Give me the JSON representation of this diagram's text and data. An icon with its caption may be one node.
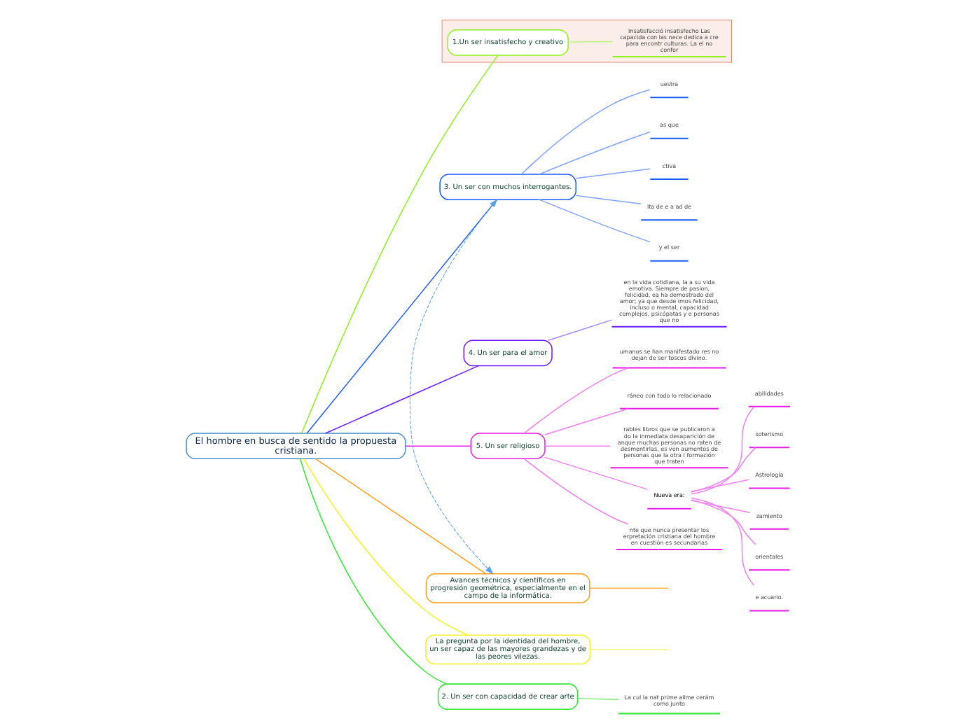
{
  "diagram": {
    "nodes": [
      {
        "text": [
          "El hombre en busca de sentido la propuesta cristiana."
        ]
      },
      {
        "text": [
          "3. Un ser con muchos interrogantes."
        ]
      },
      {
        "text": [
          "uestra"
        ]
      },
      {
        "text": [
          "as que"
        ]
      },
      {
        "text": [
          "ctiva"
        ]
      },
      {
        "text": [
          "lta de e a ad de"
        ]
      },
      {
        "text": [
          "y el ser"
        ]
      },
      {
        "text": [
          "4. Un ser para el amor"
        ]
      },
      {
        "text": [
          "en la vida cotidiana, la a su vida emotiva. Siempre de pasion, felicidad, ea ha demostrado del amor; ya que desde imos felicidad, incluso o mental, capacidad complejos, psicópatas y e personas que no"
        ]
      },
      {
        "text": [
          "5. Un ser religioso"
        ]
      },
      {
        "text": [
          "umanos se han manifestado res no dejan de ser toscos divino."
        ]
      },
      {
        "text": [
          "ráneo con todo lo relacionado"
        ]
      },
      {
        "text": [
          "rables libros que se publicaron a do la inmediata desaparición de anque muchas personas no raten de desmentirlas, es ven aumentos de personas que la otra I formación que traten"
        ]
      },
      {
        "text": [
          "Nueva era:"
        ]
      },
      {
        "text": [
          "abilidades"
        ]
      },
      {
        "text": [
          "soterismo"
        ]
      },
      {
        "text": [
          "Astrología"
        ]
      },
      {
        "text": [
          "zamiento"
        ]
      },
      {
        "text": [
          "orientales"
        ]
      },
      {
        "text": [
          "e acuario."
        ]
      },
      {
        "text": [
          "nte que nunca presentar los erpretación cristiana del hombre en cuestión es secundarias"
        ]
      },
      {
        "text": [
          "Avances técnicos y científicos en progresión geométrica, especialmente en el campo de la informática."
        ]
      },
      {
        "text": [
          "La pregunta por la identidad del hombre, un ser capaz de las mayores grandezas y de las peores vilezas."
        ]
      },
      {
        "text": [],
        "shape": "box"
      },
      {
        "text": [
          "1.Un ser insatisfecho y creativo"
        ],
        "in": 23
      },
      {
        "text": [
          "Insatisfacció insatisfecho Las capacida con las nece dedica a cre para encontr culturas. La el no confor"
        ],
        "in": 23
      },
      {
        "text": [
          "2. Un ser con capacidad de crear arte"
        ]
      },
      {
        "text": [
          "La cul la nat prime alime cerám como junto"
        ]
      }
    ],
    "edges": [
      {
        "from": 0,
        "to": 1,
        "arrow": "none",
        "color": "#1a5cff"
      },
      {
        "from": 1,
        "to": 2,
        "arrow": "none",
        "color": "#7fa3ff"
      },
      {
        "from": 1,
        "to": 3,
        "arrow": "none",
        "color": "#7fa3ff"
      },
      {
        "from": 1,
        "to": 4,
        "arrow": "none",
        "color": "#7fa3ff"
      },
      {
        "from": 1,
        "to": 5,
        "arrow": "none",
        "color": "#7fa3ff"
      },
      {
        "from": 1,
        "to": 6,
        "arrow": "none",
        "color": "#7fa3ff"
      },
      {
        "from": 0,
        "to": 7,
        "arrow": "none",
        "color": "#6a1aff"
      },
      {
        "from": 7,
        "to": 8,
        "arrow": "none",
        "color": "#a98aff"
      },
      {
        "from": 0,
        "to": 9,
        "arrow": "none",
        "color": "#e81ae8"
      },
      {
        "from": 9,
        "to": 10,
        "arrow": "none",
        "color": "#f07ff0"
      },
      {
        "from": 9,
        "to": 11,
        "arrow": "none",
        "color": "#f07ff0"
      },
      {
        "from": 9,
        "to": 12,
        "arrow": "none",
        "color": "#f07ff0"
      },
      {
        "from": 9,
        "to": 13,
        "arrow": "none",
        "color": "#f07ff0"
      },
      {
        "from": 13,
        "to": 14,
        "arrow": "none",
        "color": "#f07ff0"
      },
      {
        "from": 13,
        "to": 15,
        "arrow": "none",
        "color": "#f07ff0"
      },
      {
        "from": 13,
        "to": 16,
        "arrow": "none",
        "color": "#f07ff0"
      },
      {
        "from": 13,
        "to": 17,
        "arrow": "none",
        "color": "#f07ff0"
      },
      {
        "from": 13,
        "to": 18,
        "arrow": "none",
        "color": "#f07ff0"
      },
      {
        "from": 13,
        "to": 19,
        "arrow": "none",
        "color": "#f07ff0"
      },
      {
        "from": 9,
        "to": 20,
        "arrow": "none",
        "color": "#f07ff0"
      },
      {
        "from": 0,
        "to": 21,
        "arrow": "none",
        "color": "#ff9f1a"
      },
      {
        "from": 21,
        "to": null,
        "arrow": "none",
        "color": "#ffb347"
      },
      {
        "from": 0,
        "to": 22,
        "arrow": "none",
        "color": "#f2f21a"
      },
      {
        "from": 22,
        "to": null,
        "arrow": "none",
        "color": "#f7f77a"
      },
      {
        "from": 0,
        "to": 24,
        "arrow": "none",
        "color": "#8cf21a"
      },
      {
        "from": 24,
        "to": 25,
        "arrow": "none",
        "color": "#b8f77a"
      },
      {
        "from": 0,
        "to": 26,
        "arrow": "none",
        "color": "#33e833"
      },
      {
        "from": 26,
        "to": 27,
        "arrow": "none",
        "color": "#85f085"
      },
      {
        "from": 1,
        "to": 21,
        "arrow": "both",
        "style": "dashed",
        "color": "#5aa0e8"
      }
    ]
  }
}
